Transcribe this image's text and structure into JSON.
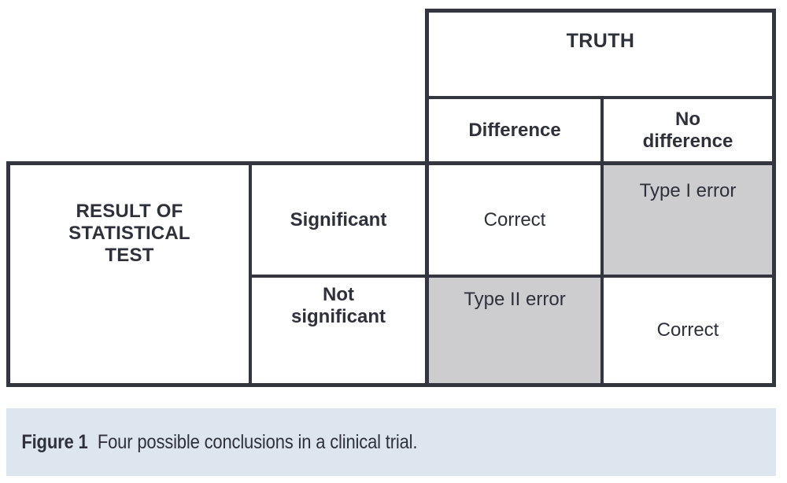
{
  "figure": {
    "caption_label": "Figure 1",
    "caption_text": "Four possible conclusions in a clinical trial.",
    "caption_background": "#dde6ee"
  },
  "table": {
    "corner_label": "RESULT OF STATISTICAL TEST",
    "corner_label_lines": [
      "RESULT OF",
      "STATISTICAL",
      "TEST"
    ],
    "column_group_header": "TRUTH",
    "column_headers": [
      "Difference",
      "No difference"
    ],
    "row_headers": [
      "Significant",
      "Not significant"
    ],
    "cells": [
      {
        "value": "Correct",
        "shaded": false
      },
      {
        "value": "Type I error",
        "shaded": true
      },
      {
        "value": "Type II error",
        "shaded": true
      },
      {
        "value": "Correct",
        "shaded": false
      }
    ],
    "border_color": "#33363f",
    "shade_color": "#cdcdd0"
  }
}
